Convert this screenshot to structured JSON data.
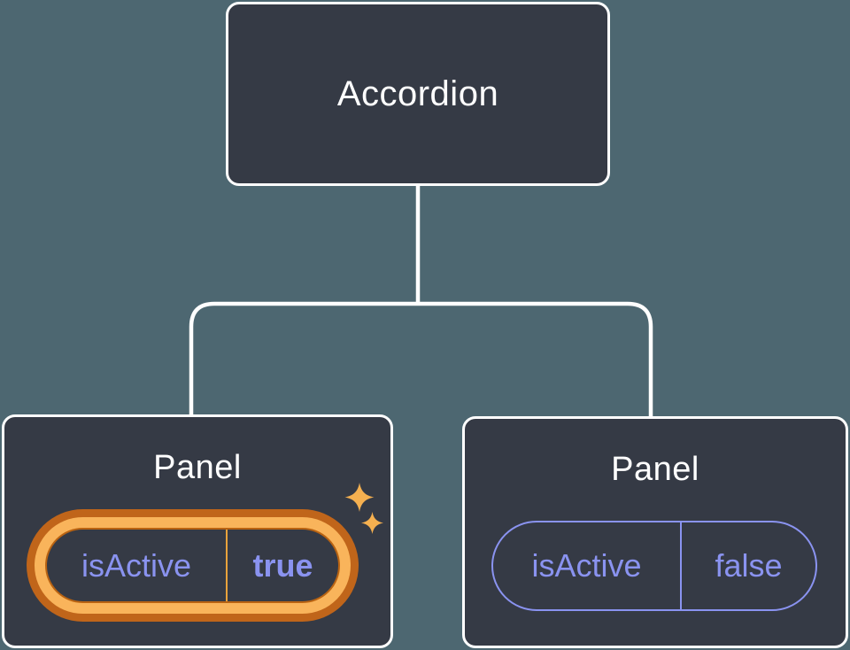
{
  "diagram": {
    "root": {
      "label": "Accordion"
    },
    "panels": [
      {
        "label": "Panel",
        "prop": {
          "name": "isActive",
          "value": "true"
        },
        "highlighted": true
      },
      {
        "label": "Panel",
        "prop": {
          "name": "isActive",
          "value": "false"
        },
        "highlighted": false
      }
    ]
  },
  "icons": {
    "sparkle": "sparkle-icon"
  },
  "colors": {
    "background": "#4D6771",
    "node_fill": "#353A45",
    "node_border": "#FFFFFF",
    "title_text": "#FFFFFF",
    "prop_text": "#8A93F0",
    "prop_border": "#8A93F0",
    "highlight_ring_dark": "#C0651A",
    "highlight_ring_light": "#F9B45B",
    "highlight_divider": "#E9A33C",
    "sparkle": "#F5B050"
  }
}
